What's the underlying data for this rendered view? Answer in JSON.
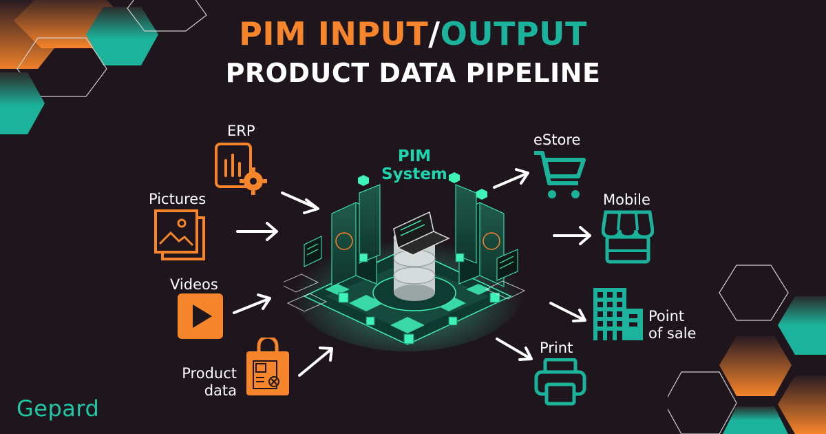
{
  "title": {
    "part1": "PIM INPUT",
    "slash": "/",
    "part2": "OUTPUT",
    "line2": "PRODUCT DATA PIPELINE"
  },
  "center": {
    "line1": "PIM",
    "line2": "System"
  },
  "inputs": {
    "erp": "ERP",
    "pictures": "Pictures",
    "videos": "Videos",
    "product_data_1": "Product",
    "product_data_2": "data"
  },
  "outputs": {
    "estore": "eStore",
    "mobile": "Mobile",
    "pos_1": "Point",
    "pos_2": "of sale",
    "print": "Print"
  },
  "brand": "Gepard",
  "colors": {
    "background": "#1e161c",
    "orange": "#f7852b",
    "teal": "#1cb39c",
    "neon": "#3ff2b6"
  }
}
